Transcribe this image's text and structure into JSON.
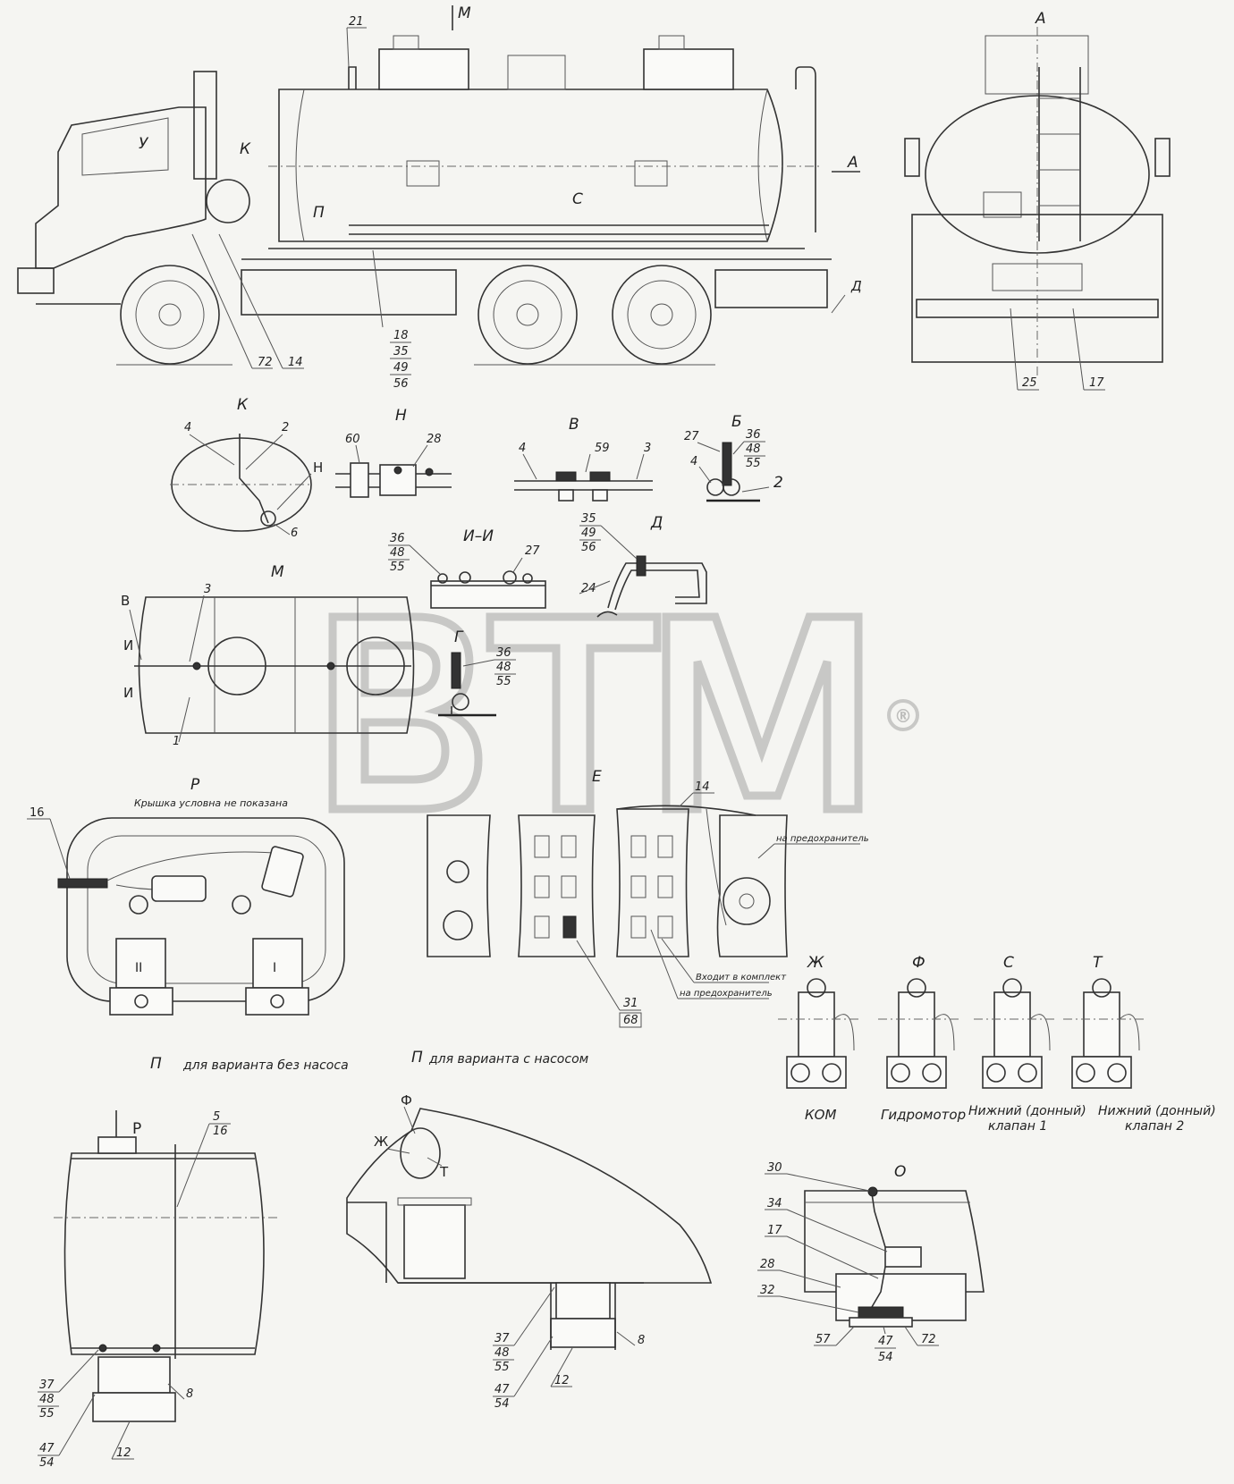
{
  "watermark": {
    "brand": "BTM",
    "registered": "®"
  },
  "views": {
    "main": {
      "view_labels": [
        "М",
        "К",
        "П",
        "С",
        "А",
        "У"
      ],
      "callouts": [
        "21",
        "72",
        "14",
        "Д"
      ],
      "callout_stack": [
        "18",
        "35",
        "49",
        "56"
      ]
    },
    "rear": {
      "label": "А",
      "callouts": [
        "25",
        "17"
      ]
    },
    "detail_k": {
      "label": "К",
      "callouts": [
        "4",
        "2",
        "Н",
        "6"
      ]
    },
    "detail_n": {
      "label": "Н",
      "callouts": [
        "60",
        "28"
      ]
    },
    "detail_v": {
      "label": "В",
      "callouts": [
        "4",
        "59",
        "3"
      ]
    },
    "detail_b": {
      "label": "Б",
      "callouts": [
        "27",
        "4",
        "2"
      ],
      "stack": [
        "36",
        "48",
        "55"
      ]
    },
    "detail_ii": {
      "label": "И–И",
      "stack": [
        "36",
        "48",
        "55"
      ],
      "callouts": [
        "27"
      ]
    },
    "detail_d": {
      "label": "Д",
      "stack": [
        "35",
        "49",
        "56"
      ],
      "callouts": [
        "24"
      ]
    },
    "detail_m": {
      "label": "М",
      "callouts": [
        "В",
        "И",
        "И",
        "3",
        "1"
      ]
    },
    "detail_g": {
      "label": "Г",
      "stack": [
        "36",
        "48",
        "55"
      ]
    },
    "detail_r": {
      "label": "Р",
      "note": "Крышка условна не показана",
      "callouts": [
        "16"
      ],
      "roman": [
        "II",
        "I"
      ]
    },
    "detail_e": {
      "label": "Е",
      "callouts": [
        "14"
      ],
      "notes": [
        "на предохранитель",
        "Входит в комплект",
        "на предохранитель"
      ],
      "stack": [
        "31",
        "68"
      ]
    },
    "valves": [
      {
        "label": "Ж",
        "caption": "КОМ"
      },
      {
        "label": "Ф",
        "caption": "Гидромотор"
      },
      {
        "label": "С",
        "caption": "Нижний (донный)",
        "caption2": "клапан 1"
      },
      {
        "label": "Т",
        "caption": "Нижний (донный)",
        "caption2": "клапан 2"
      }
    ],
    "detail_p1": {
      "label": "П",
      "title": "для варианта без насоса",
      "arrow": "Р",
      "callouts": [
        "5",
        "8",
        "12"
      ],
      "under": [
        "16"
      ],
      "stack": [
        "37",
        "48",
        "55"
      ],
      "stack2": [
        "47",
        "54"
      ]
    },
    "detail_p2": {
      "label": "П",
      "title": "для варианта с насосом",
      "callouts": [
        "Ф",
        "Ж",
        "Т",
        "8",
        "12"
      ],
      "stack": [
        "37",
        "48",
        "55"
      ],
      "stack2": [
        "47",
        "54"
      ]
    },
    "detail_o": {
      "label": "О",
      "callouts": [
        "30",
        "34",
        "17",
        "28",
        "32",
        "57",
        "72"
      ],
      "stack": [
        "47",
        "54"
      ]
    }
  }
}
